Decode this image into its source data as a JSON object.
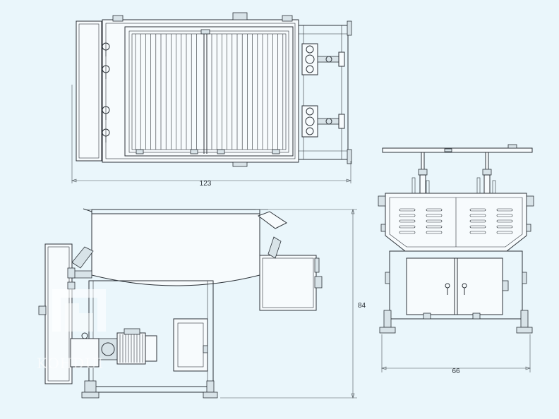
{
  "dimensions": {
    "top_width": "123",
    "side_height": "84",
    "end_width": "66"
  },
  "watermark": {
    "text": "KOHDUI"
  },
  "colors": {
    "background": "#eaf6fb",
    "line": "#2c3238"
  }
}
